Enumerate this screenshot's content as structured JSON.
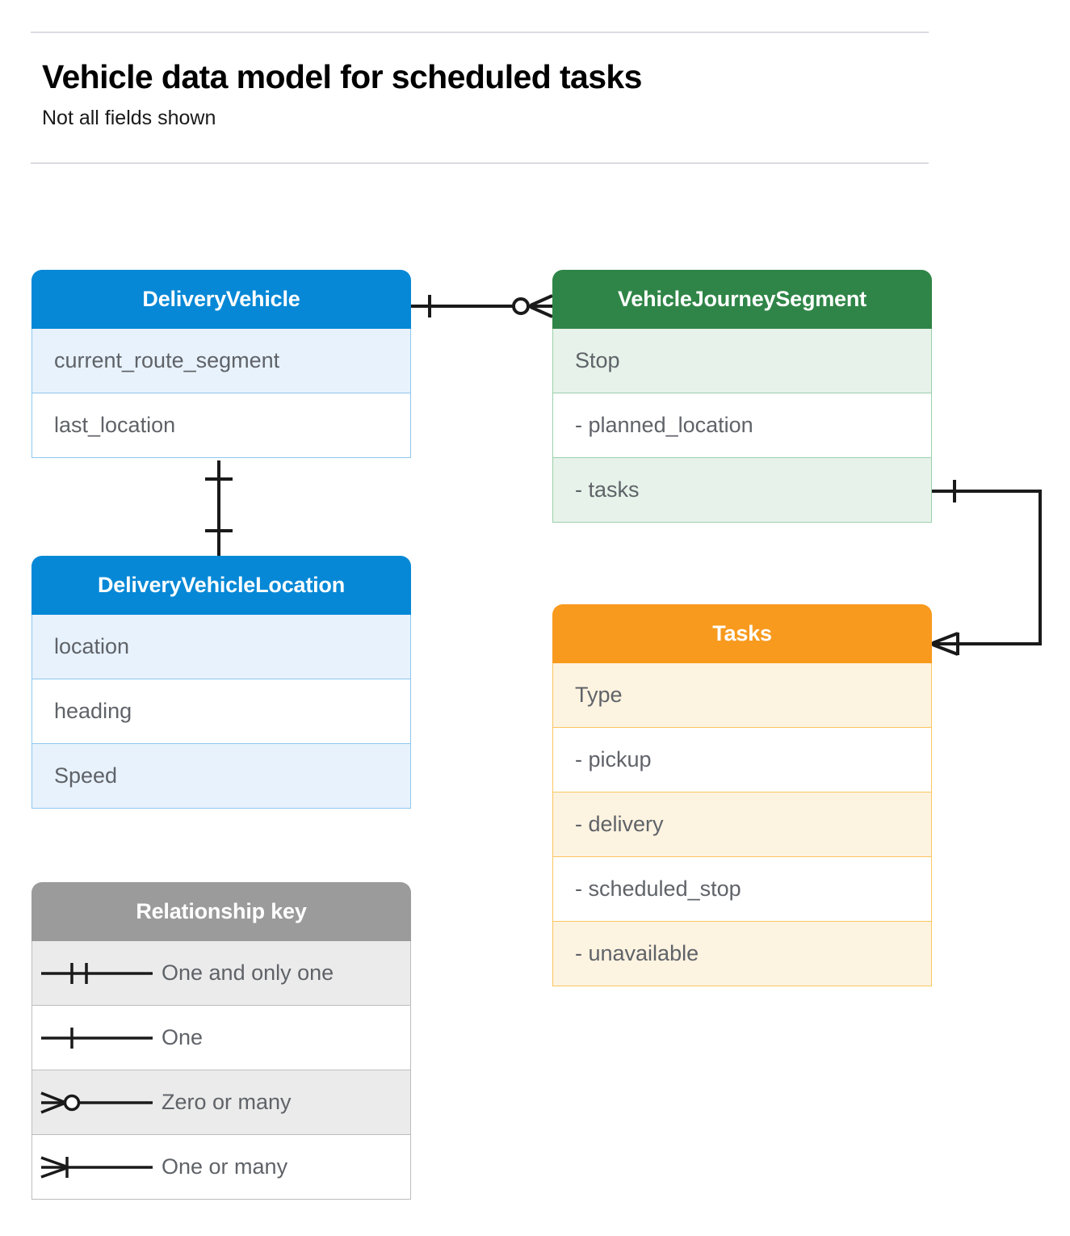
{
  "header": {
    "title": "Vehicle data model for scheduled tasks",
    "subtitle": "Not all fields shown"
  },
  "colors": {
    "blue_header": "#0688d6",
    "blue_row_alt": "#e8f2fc",
    "blue_border": "#8ec7ef",
    "green_header": "#2f8547",
    "green_row_alt": "#e6f2ea",
    "green_border": "#9cd0ab",
    "orange_header": "#f89a1e",
    "orange_row_alt": "#fdf3e1",
    "orange_border": "#fbc65f",
    "gray_header": "#9b9b9b",
    "gray_row_alt": "#ebebeb",
    "gray_border": "#bdbdbd",
    "text": "#5f6368",
    "rule": "#dadce0",
    "connector": "#1a1a1a"
  },
  "entities": [
    {
      "id": "delivery-vehicle",
      "name": "DeliveryVehicle",
      "color": "blue",
      "fields": [
        {
          "label": "current_route_segment",
          "sub": false
        },
        {
          "label": "last_location",
          "sub": false
        }
      ]
    },
    {
      "id": "journey-segment",
      "name": "VehicleJourneySegment",
      "color": "green",
      "fields": [
        {
          "label": "Stop",
          "sub": false
        },
        {
          "label": "-  planned_location",
          "sub": true
        },
        {
          "label": "- tasks",
          "sub": true
        }
      ]
    },
    {
      "id": "delivery-vehicle-location",
      "name": "DeliveryVehicleLocation",
      "color": "blue",
      "fields": [
        {
          "label": "location",
          "sub": false
        },
        {
          "label": "heading",
          "sub": false
        },
        {
          "label": "Speed",
          "sub": false
        }
      ]
    },
    {
      "id": "tasks",
      "name": "Tasks",
      "color": "orange",
      "fields": [
        {
          "label": "Type",
          "sub": false
        },
        {
          "label": "-  pickup",
          "sub": true
        },
        {
          "label": "-  delivery",
          "sub": true
        },
        {
          "label": "-  scheduled_stop",
          "sub": true
        },
        {
          "label": "-  unavailable",
          "sub": true
        }
      ]
    }
  ],
  "legend": {
    "title": "Relationship key",
    "items": [
      {
        "symbol": "one-and-only-one-icon",
        "label": "One and only one"
      },
      {
        "symbol": "one-icon",
        "label": "One"
      },
      {
        "symbol": "zero-or-many-icon",
        "label": "Zero or many"
      },
      {
        "symbol": "one-or-many-icon",
        "label": "One or many"
      }
    ]
  },
  "relationships": [
    {
      "id": "vehicle-to-journey-segment",
      "from": "DeliveryVehicle",
      "to": "VehicleJourneySegment",
      "from_cardinality": "One",
      "to_cardinality": "Zero or many"
    },
    {
      "id": "vehicle-to-vehicle-location",
      "from": "DeliveryVehicle",
      "to": "DeliveryVehicleLocation",
      "from_cardinality": "One",
      "to_cardinality": "One"
    },
    {
      "id": "journey-segment-tasks-to-tasks",
      "from": "VehicleJourneySegment",
      "to": "Tasks",
      "from_cardinality": "One",
      "to_cardinality": "One or many"
    }
  ]
}
